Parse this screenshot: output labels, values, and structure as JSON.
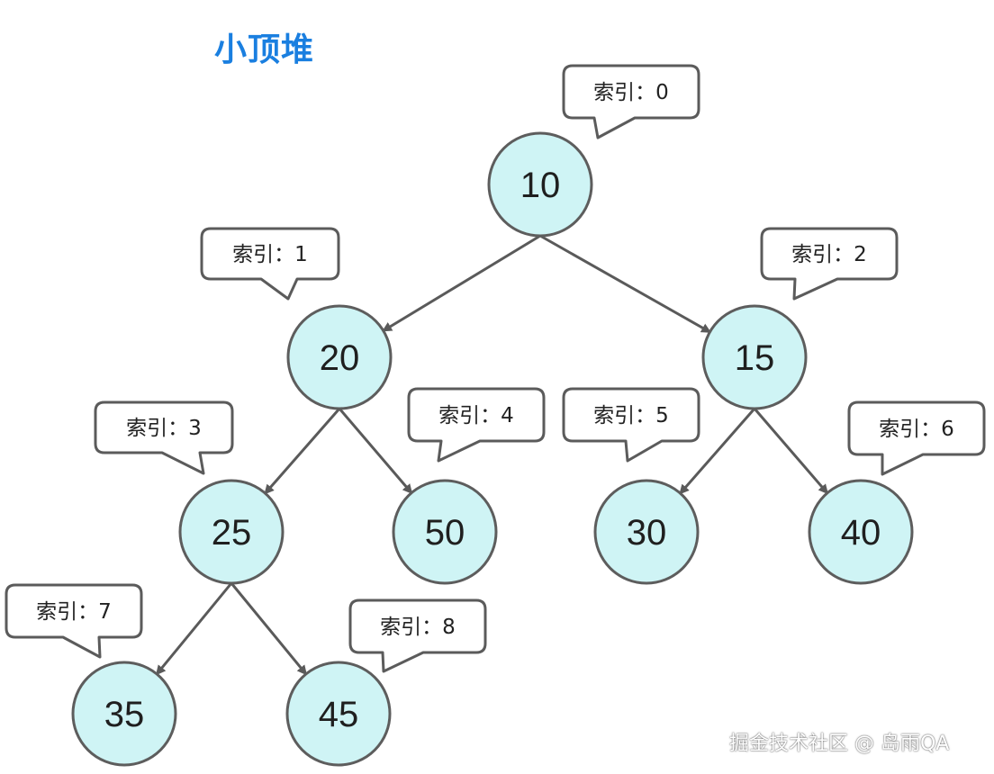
{
  "title": "小顶堆",
  "watermark": "掘金技术社区 @ 岛雨QA",
  "index_prefix": "索引：",
  "nodes": [
    {
      "id": 0,
      "value": "10",
      "index_label": "索引：0",
      "parent": null
    },
    {
      "id": 1,
      "value": "20",
      "index_label": "索引：1",
      "parent": 0
    },
    {
      "id": 2,
      "value": "15",
      "index_label": "索引：2",
      "parent": 0
    },
    {
      "id": 3,
      "value": "25",
      "index_label": "索引：3",
      "parent": 1
    },
    {
      "id": 4,
      "value": "50",
      "index_label": "索引：4",
      "parent": 1
    },
    {
      "id": 5,
      "value": "30",
      "index_label": "索引：5",
      "parent": 2
    },
    {
      "id": 6,
      "value": "40",
      "index_label": "索引：6",
      "parent": 2
    },
    {
      "id": 7,
      "value": "35",
      "index_label": "索引：7",
      "parent": 3
    },
    {
      "id": 8,
      "value": "45",
      "index_label": "索引：8",
      "parent": 3
    }
  ],
  "colors": {
    "title": "#1a7fe0",
    "node_fill": "#cff4f5",
    "stroke": "#5d5d5d"
  }
}
